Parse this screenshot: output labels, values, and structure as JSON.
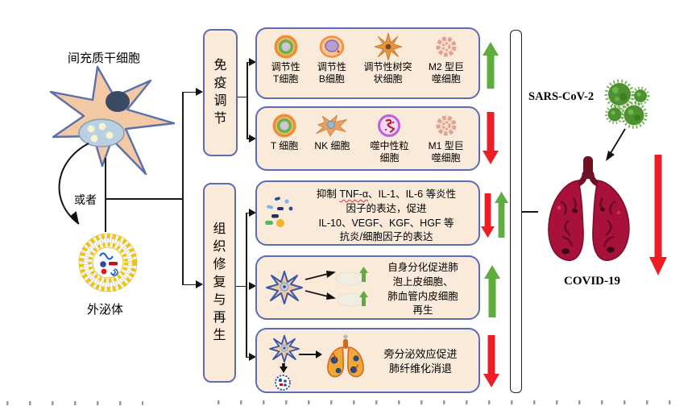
{
  "left_panel": {
    "stem_cell_label": "间充质干细胞",
    "or_label": "或者",
    "exosome_label": "外泌体"
  },
  "categories": [
    {
      "id": "immune-regulation",
      "label": "免疫调节"
    },
    {
      "id": "tissue-repair-regeneration",
      "label": "组织修复与再生"
    }
  ],
  "effect_boxes": [
    {
      "type": "cells",
      "trend": "up",
      "items": [
        {
          "icon": "regulatory-t-cell",
          "label": "调节性\nT细胞"
        },
        {
          "icon": "regulatory-b-cell",
          "label": "调节性\nB细胞"
        },
        {
          "icon": "regulatory-dendritic-cell",
          "label": "调节性树突\n状细胞"
        },
        {
          "icon": "m2-macrophage",
          "label": "M2 型巨\n噬细胞"
        }
      ]
    },
    {
      "type": "cells",
      "trend": "down",
      "items": [
        {
          "icon": "t-cell",
          "label": "T 细胞"
        },
        {
          "icon": "nk-cell",
          "label": "NK 细胞"
        },
        {
          "icon": "neutrophil",
          "label": "噬中性粒\n细胞"
        },
        {
          "icon": "m1-macrophage",
          "label": "M1 型巨\n噬细胞"
        }
      ]
    },
    {
      "type": "text",
      "trend": "down+up",
      "text_prefix": "抑制 ",
      "text_underlined": "TNF-α",
      "text_rest": "、IL-1、IL-6 等炎性\n因子的表达，促进\nIL-10、VEGF、KGF、HGF 等\n抗炎/细胞因子的表达"
    },
    {
      "type": "text",
      "trend": "up",
      "text": "自身分化促进肺\n泡上皮细胞、\n肺血管内皮细胞\n再生"
    },
    {
      "type": "text",
      "trend": "down",
      "text": "旁分泌效应促进\n肺纤维化消退"
    }
  ],
  "right_panel": {
    "virus_label": "SARS-CoV-2",
    "disease_label": "COVID-19",
    "overall_trend": "down"
  },
  "colors": {
    "box_fill": "#f9ead9",
    "box_border": "#5b6db4",
    "up_green": "#5fad3f",
    "down_red": "#ee1c25",
    "lung_red": "#a8113a",
    "virus_green": "#4e9130",
    "cell_fill": "#f2c9a2",
    "cell_outline": "#5a6fae"
  }
}
